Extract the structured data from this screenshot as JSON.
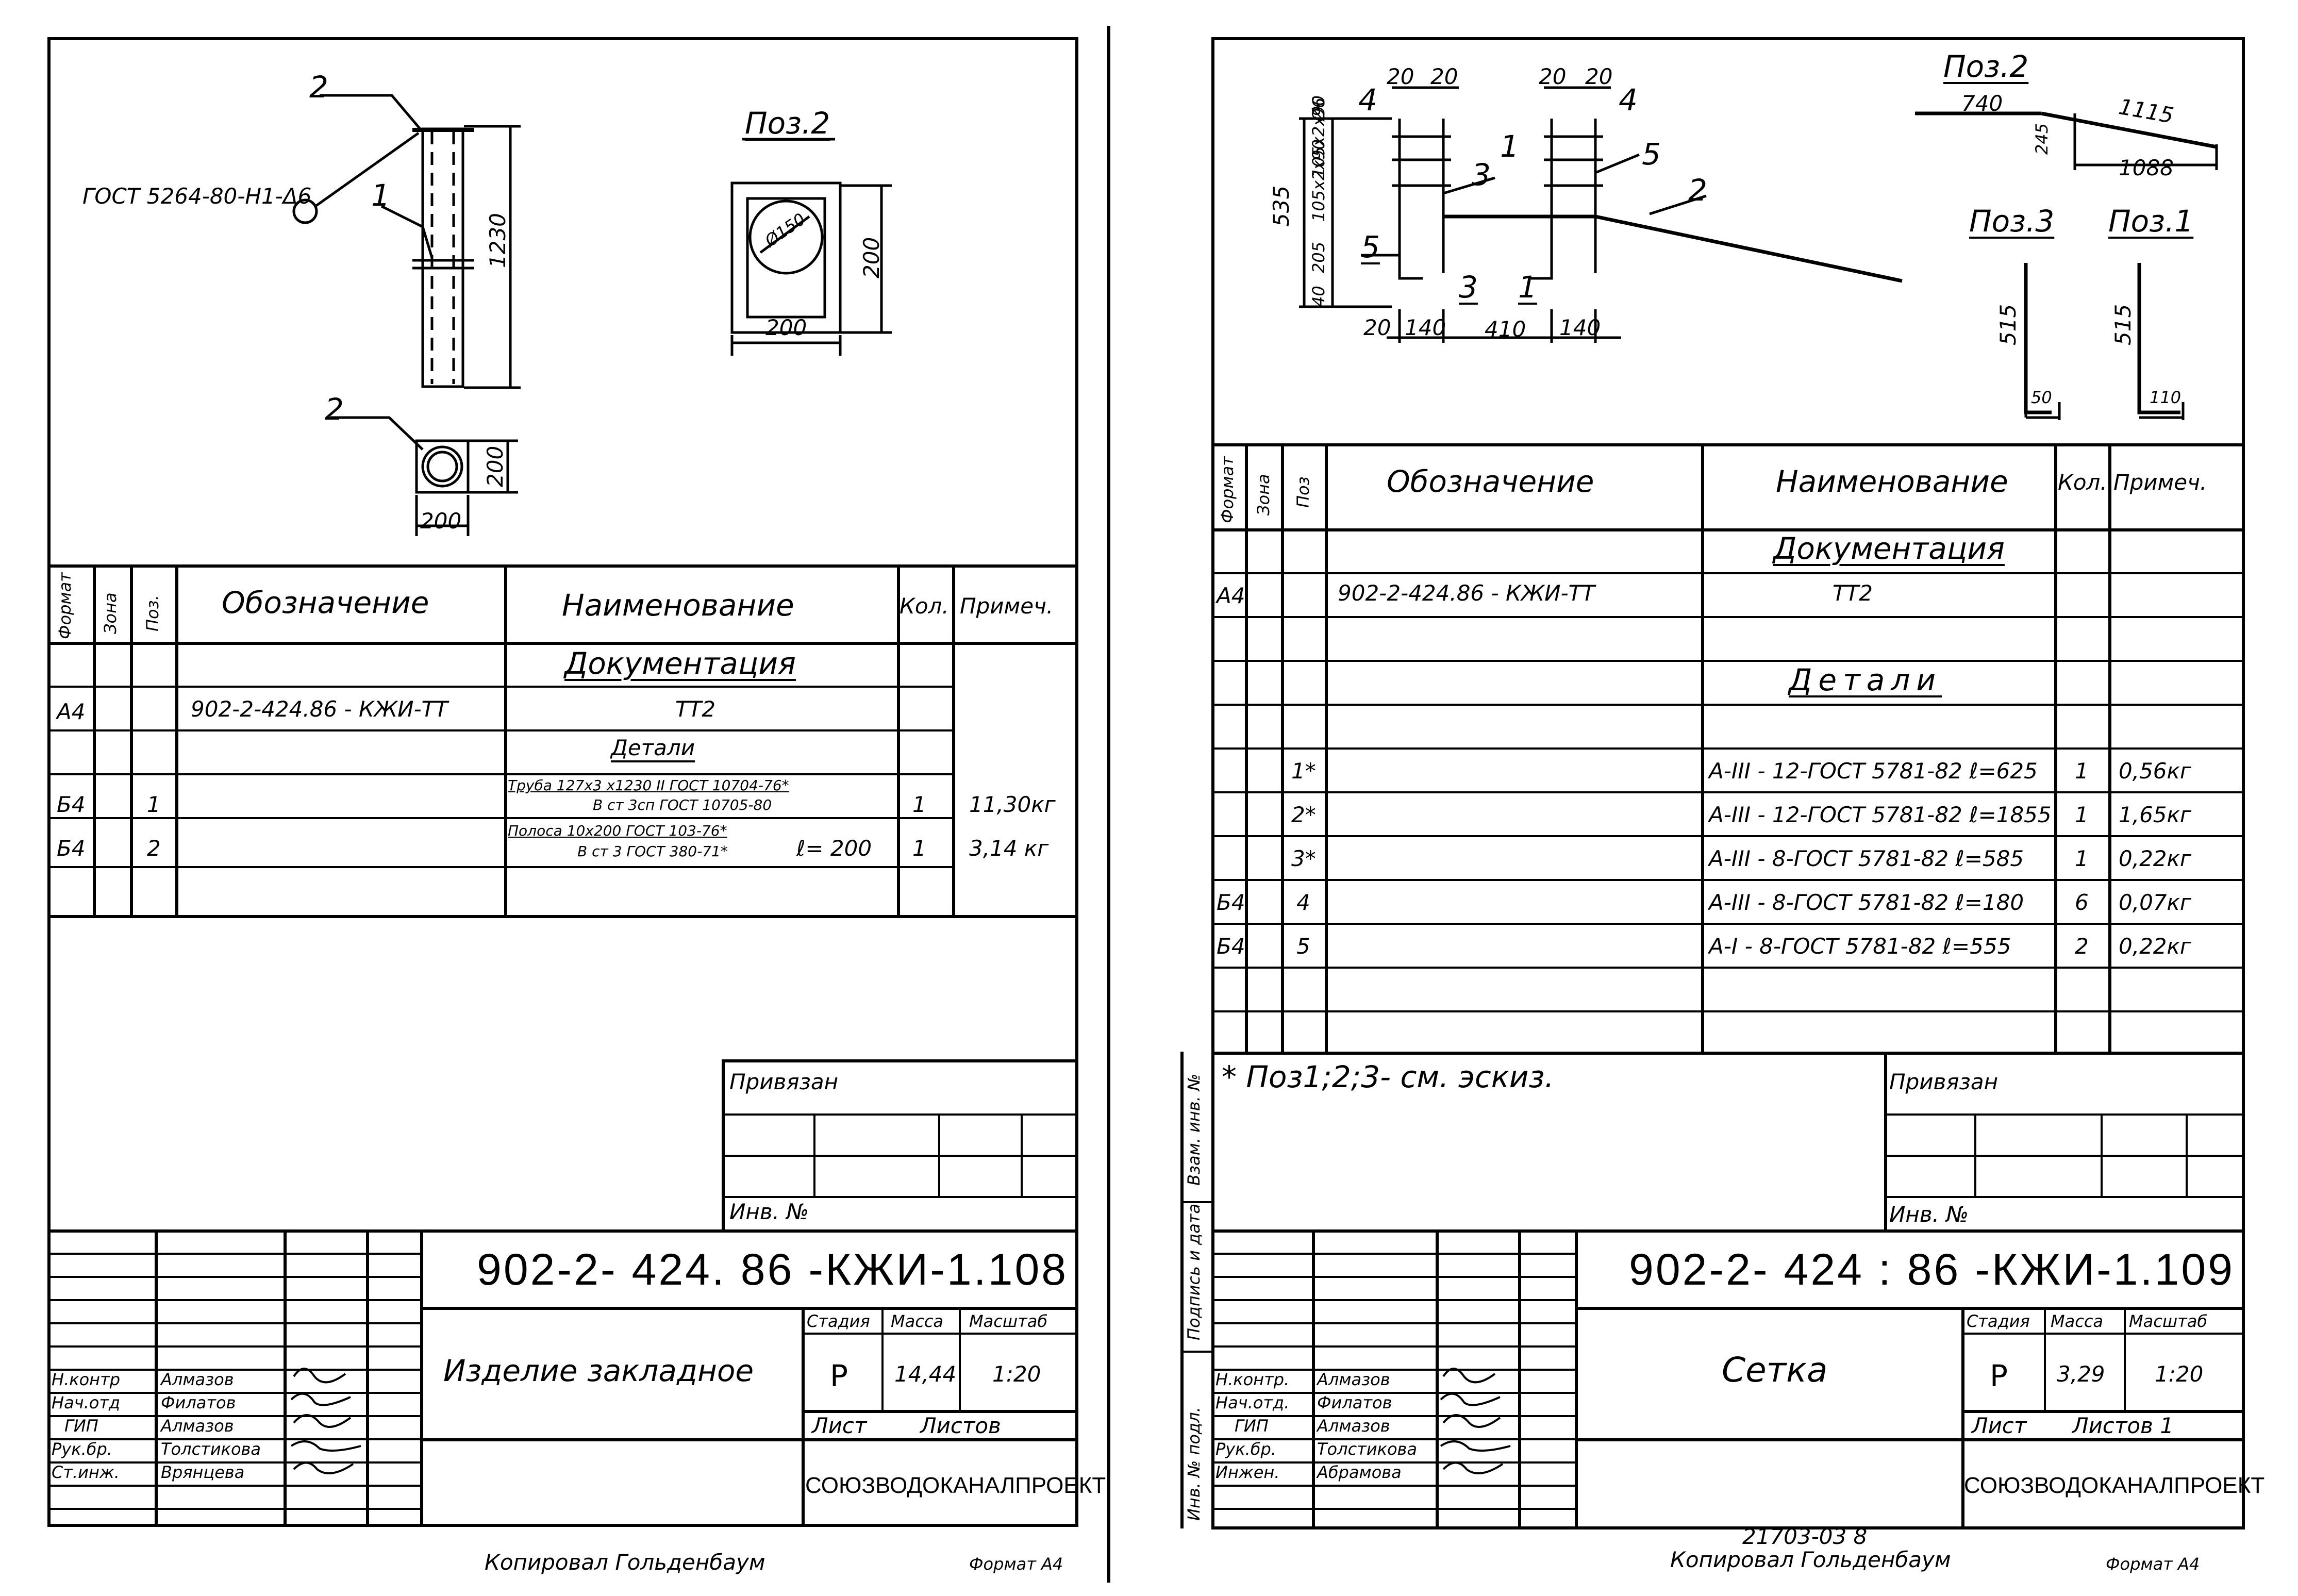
{
  "left_sheet": {
    "sketch": {
      "leader_note": "ГОСТ 5264-80-Н1-Δ6",
      "callout_2_top": "2",
      "callout_1": "1",
      "callout_2_bottom": "2",
      "dim_height": "1230",
      "dim_side": "200",
      "dim_bottom": "200",
      "detail_title": "Поз.2",
      "detail_hole": "Ø150",
      "detail_right": "200",
      "detail_bottom": "200"
    },
    "spec_headers": {
      "format": "Формат",
      "zone": "Зона",
      "pos": "Поз.",
      "designation": "Обозначение",
      "name": "Наименование",
      "qty": "Кол.",
      "note": "Примеч."
    },
    "spec_rows": [
      {
        "format": "",
        "pos": "",
        "designation": "",
        "name": "Документация",
        "qty": "",
        "note": ""
      },
      {
        "format": "А4",
        "pos": "",
        "designation": "902-2-424.86 - КЖИ-ТТ",
        "name": "ТТ2",
        "qty": "",
        "note": ""
      },
      {
        "format": "",
        "pos": "",
        "designation": "",
        "name": "Детали",
        "qty": "",
        "note": ""
      },
      {
        "format": "Б4",
        "pos": "1",
        "designation": "",
        "name_top": "Труба 127x3 x1230 II ГОСТ 10704-76*",
        "name_bottom": "В ст 3сп ГОСТ 10705-80",
        "qty": "1",
        "note": "11,30кг"
      },
      {
        "format": "Б4",
        "pos": "2",
        "designation": "",
        "name_top": "Полоса 10x200 ГОСТ 103-76*",
        "name_bottom": "В ст 3 ГОСТ 380-71*",
        "name_extra": "ℓ= 200",
        "qty": "1",
        "note": "3,14 кг"
      }
    ],
    "privyazan": "Привязан",
    "inv_no": "Инв. №",
    "code": "902-2- 424. 86   -КЖИ-1.108",
    "title": "Изделие  закладное",
    "stage_header": "Стадия",
    "mass_header": "Масса",
    "scale_header": "Масштаб",
    "stage": "Р",
    "mass": "14,44",
    "scale": "1:20",
    "sheet_label": "Лист",
    "sheets_label": "Листов",
    "org": "СОЮЗВОДОКАНАЛПРОЕКТ",
    "signers": [
      {
        "role": "Н.контр",
        "name": "Алмазов"
      },
      {
        "role": "Нач.отд",
        "name": "Филатов"
      },
      {
        "role": "ГИП",
        "name": "Алмазов"
      },
      {
        "role": "Рук.бр.",
        "name": "Толстикова"
      },
      {
        "role": "Ст.инж.",
        "name": "Врянцева"
      }
    ],
    "footer_copied": "Копировал  Гольденбаум",
    "footer_format": "Формат А4"
  },
  "right_sheet": {
    "sketch": {
      "dims_top": [
        "20",
        "20",
        "20",
        "20"
      ],
      "label_4a": "4",
      "label_4b": "4",
      "label_1": "1",
      "label_3": "3",
      "label_5": "5",
      "label_2": "2",
      "label_5b": "5",
      "label_3b": "3",
      "label_1b": "1",
      "dim_left_total": "535",
      "dim_left_parts": [
        "Ø6",
        "105x2x90",
        "105x2x90",
        "205",
        "40"
      ],
      "dims_bottom": [
        "20",
        "140",
        "410",
        "140"
      ],
      "poz2_title": "Поз.2",
      "poz2_dims": [
        "740",
        "1115",
        "245",
        "1088"
      ],
      "poz3_title": "Поз.3",
      "poz3_dims": [
        "515",
        "50"
      ],
      "poz1_title": "Поз.1",
      "poz1_dims": [
        "515",
        "110"
      ]
    },
    "spec_headers": {
      "format": "Формат",
      "zone": "Зона",
      "pos": "Поз",
      "designation": "Обозначение",
      "name": "Наименование",
      "qty": "Кол.",
      "note": "Примеч."
    },
    "spec_rows": [
      {
        "format": "",
        "pos": "",
        "designation": "",
        "name": "Документация",
        "qty": "",
        "note": ""
      },
      {
        "format": "А4",
        "pos": "",
        "designation": "902-2-424.86 -  КЖИ-ТТ",
        "name": "ТТ2",
        "qty": "",
        "note": ""
      },
      {
        "format": "",
        "pos": "",
        "designation": "",
        "name": "Детали",
        "qty": "",
        "note": ""
      },
      {
        "format": "",
        "pos": "1*",
        "designation": "",
        "name": "А-III - 12-ГОСТ 5781-82  ℓ=625",
        "qty": "1",
        "note": "0,56кг"
      },
      {
        "format": "",
        "pos": "2*",
        "designation": "",
        "name": "А-III - 12-ГОСТ 5781-82  ℓ=1855",
        "qty": "1",
        "note": "1,65кг"
      },
      {
        "format": "",
        "pos": "3*",
        "designation": "",
        "name": "А-III - 8-ГОСТ 5781-82  ℓ=585",
        "qty": "1",
        "note": "0,22кг"
      },
      {
        "format": "Б4",
        "pos": "4",
        "designation": "",
        "name": "А-III - 8-ГОСТ 5781-82  ℓ=180",
        "qty": "6",
        "note": "0,07кг"
      },
      {
        "format": "Б4",
        "pos": "5",
        "designation": "",
        "name": "А-I - 8-ГОСТ 5781-82  ℓ=555",
        "qty": "2",
        "note": "0,22кг"
      }
    ],
    "footnote": "* Поз1;2;3- см. эскиз.",
    "privyazan": "Привязан",
    "inv_no": "Инв. №",
    "code": "902-2- 424 : 86     -КЖИ-1.109",
    "title": "Сетка",
    "stage_header": "Стадия",
    "mass_header": "Масса",
    "scale_header": "Масштаб",
    "stage": "Р",
    "mass": "3,29",
    "scale": "1:20",
    "sheet_label": "Лист",
    "sheets_label": "Листов 1",
    "org": "СОЮЗВОДОКАНАЛПРОЕКТ",
    "signers": [
      {
        "role": "Н.контр.",
        "name": "Алмазов"
      },
      {
        "role": "Нач.отд.",
        "name": "Филатов"
      },
      {
        "role": "ГИП",
        "name": "Алмазов"
      },
      {
        "role": "Рук.бр.",
        "name": "Толстикова"
      },
      {
        "role": "Инжен.",
        "name": "Абрамова"
      }
    ],
    "side_labels": [
      "Взам. инв. №",
      "Подпись и дата",
      "Инв. № подл."
    ],
    "stamp_number": "21703-03   8",
    "footer_copied": "Копировал Гольденбаум",
    "footer_format": "Формат А4"
  }
}
